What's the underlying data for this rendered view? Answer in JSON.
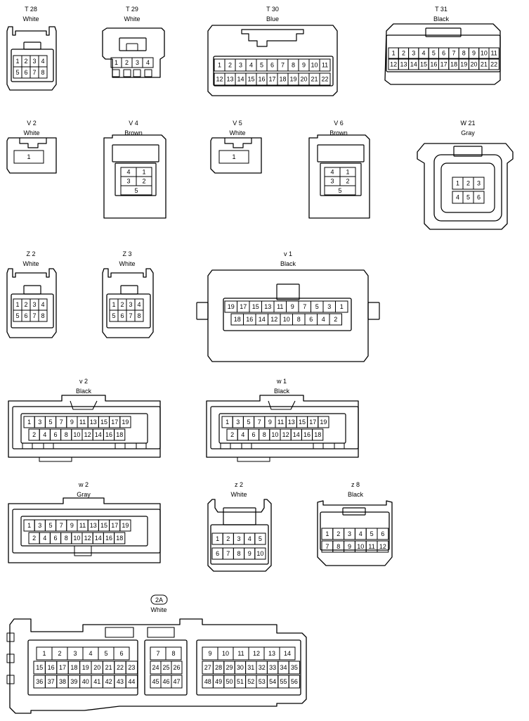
{
  "connectors": [
    {
      "id": "T28",
      "name": "T 28",
      "color": "White",
      "pins": [
        [
          "1",
          "2",
          "3",
          "4"
        ],
        [
          "5",
          "6",
          "7",
          "8"
        ]
      ]
    },
    {
      "id": "T29",
      "name": "T 29",
      "color": "White",
      "pins": [
        [
          "1",
          "2",
          "3",
          "4"
        ]
      ]
    },
    {
      "id": "T30",
      "name": "T 30",
      "color": "Blue",
      "pins": [
        [
          "1",
          "2",
          "3",
          "4",
          "5",
          "6",
          "7",
          "8",
          "9",
          "10",
          "11"
        ],
        [
          "12",
          "13",
          "14",
          "15",
          "16",
          "17",
          "18",
          "19",
          "20",
          "21",
          "22"
        ]
      ]
    },
    {
      "id": "T31",
      "name": "T 31",
      "color": "Black",
      "pins": [
        [
          "1",
          "2",
          "3",
          "4",
          "5",
          "6",
          "7",
          "8",
          "9",
          "10",
          "11"
        ],
        [
          "12",
          "13",
          "14",
          "15",
          "16",
          "17",
          "18",
          "19",
          "20",
          "21",
          "22"
        ]
      ]
    },
    {
      "id": "V2",
      "name": "V 2",
      "color": "White",
      "pins": [
        [
          "1"
        ]
      ]
    },
    {
      "id": "V4",
      "name": "V 4",
      "color": "Brown",
      "pins": [
        [
          "4",
          "1"
        ],
        [
          "3",
          "2"
        ],
        [
          "5"
        ]
      ]
    },
    {
      "id": "V5",
      "name": "V 5",
      "color": "White",
      "pins": [
        [
          "1"
        ]
      ]
    },
    {
      "id": "V6",
      "name": "V 6",
      "color": "Brown",
      "pins": [
        [
          "4",
          "1"
        ],
        [
          "3",
          "2"
        ],
        [
          "5"
        ]
      ]
    },
    {
      "id": "W21",
      "name": "W 21",
      "color": "Gray",
      "pins": [
        [
          "1",
          "2",
          "3"
        ],
        [
          "4",
          "5",
          "6"
        ]
      ]
    },
    {
      "id": "Z2",
      "name": "Z 2",
      "color": "White",
      "pins": [
        [
          "1",
          "2",
          "3",
          "4"
        ],
        [
          "5",
          "6",
          "7",
          "8"
        ]
      ]
    },
    {
      "id": "Z3",
      "name": "Z 3",
      "color": "White",
      "pins": [
        [
          "1",
          "2",
          "3",
          "4"
        ],
        [
          "5",
          "6",
          "7",
          "8"
        ]
      ]
    },
    {
      "id": "v1",
      "name": "v 1",
      "color": "Black",
      "pins": [
        [
          "19",
          "17",
          "15",
          "13",
          "11",
          "9",
          "7",
          "5",
          "3",
          "1"
        ],
        [
          "18",
          "16",
          "14",
          "12",
          "10",
          "8",
          "6",
          "4",
          "2"
        ]
      ]
    },
    {
      "id": "v2",
      "name": "v 2",
      "color": "Black",
      "pins": [
        [
          "1",
          "3",
          "5",
          "7",
          "9",
          "11",
          "13",
          "15",
          "17",
          "19"
        ],
        [
          "2",
          "4",
          "6",
          "8",
          "10",
          "12",
          "14",
          "16",
          "18"
        ]
      ]
    },
    {
      "id": "w1",
      "name": "w 1",
      "color": "Black",
      "pins": [
        [
          "1",
          "3",
          "5",
          "7",
          "9",
          "11",
          "13",
          "15",
          "17",
          "19"
        ],
        [
          "2",
          "4",
          "6",
          "8",
          "10",
          "12",
          "14",
          "16",
          "18"
        ]
      ]
    },
    {
      "id": "w2",
      "name": "w 2",
      "color": "Gray",
      "pins": [
        [
          "1",
          "3",
          "5",
          "7",
          "9",
          "11",
          "13",
          "15",
          "17",
          "19"
        ],
        [
          "2",
          "4",
          "6",
          "8",
          "10",
          "12",
          "14",
          "16",
          "18"
        ]
      ]
    },
    {
      "id": "z2",
      "name": "z 2",
      "color": "White",
      "pins": [
        [
          "1",
          "2",
          "3",
          "4",
          "5"
        ],
        [
          "6",
          "7",
          "8",
          "9",
          "10"
        ]
      ]
    },
    {
      "id": "z8",
      "name": "z 8",
      "color": "Black",
      "pins": [
        [
          "1",
          "2",
          "3",
          "4",
          "5",
          "6"
        ],
        [
          "7",
          "8",
          "9",
          "10",
          "11",
          "12"
        ]
      ]
    },
    {
      "id": "2A",
      "name": "2A",
      "color": "White",
      "pins": {
        "left": [
          [
            "1",
            "2",
            "3",
            "4",
            "5",
            "6"
          ],
          [
            "15",
            "16",
            "17",
            "18",
            "19",
            "20",
            "21",
            "22",
            "23"
          ],
          [
            "36",
            "37",
            "38",
            "39",
            "40",
            "41",
            "42",
            "43",
            "44"
          ]
        ],
        "middle": [
          [
            "7",
            "8"
          ],
          [
            "24",
            "25",
            "26"
          ],
          [
            "45",
            "46",
            "47"
          ]
        ],
        "right": [
          [
            "9",
            "10",
            "11",
            "12",
            "13",
            "14"
          ],
          [
            "27",
            "28",
            "29",
            "30",
            "31",
            "32",
            "33",
            "34",
            "35"
          ],
          [
            "48",
            "49",
            "50",
            "51",
            "52",
            "53",
            "54",
            "55",
            "56"
          ]
        ]
      }
    }
  ]
}
